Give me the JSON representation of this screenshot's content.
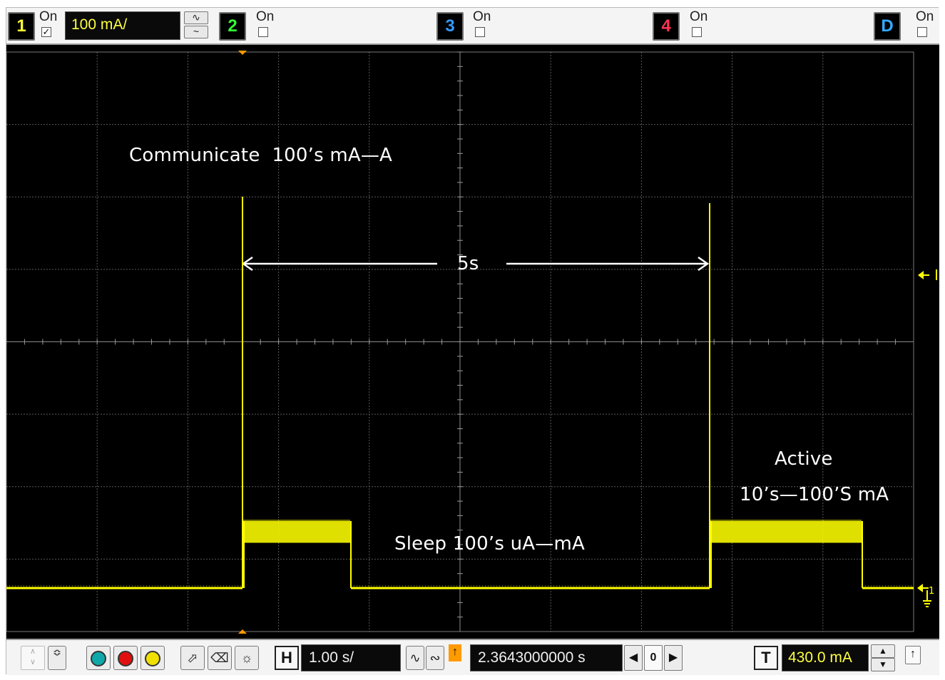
{
  "top_bar": {
    "channels": [
      {
        "number": "1",
        "on_label": "On",
        "checked": "✓",
        "color": "#ffff33"
      },
      {
        "number": "2",
        "on_label": "On",
        "checked": "",
        "color": "#33ff33"
      },
      {
        "number": "3",
        "on_label": "On",
        "checked": "",
        "color": "#3399ff"
      },
      {
        "number": "4",
        "on_label": "On",
        "checked": "",
        "color": "#ff3355"
      },
      {
        "number": "D",
        "on_label": "On",
        "checked": "",
        "color": "#33aaff"
      }
    ],
    "ch1_scale": "100 mA/",
    "coupling_icons": [
      "wave-ac-icon",
      "wave-dc-icon"
    ]
  },
  "display": {
    "trace_color": "#ffff00",
    "grid_color": "#5a5a5a",
    "annotations": {
      "communicate": "Communicate  100’s mA—A",
      "period": "5s",
      "sleep": "Sleep 100’s uA—mA",
      "active_title": "Active",
      "active_range": "10’s—100’S mA"
    },
    "markers": {
      "trigger_level_icon": "arrow-left-icon",
      "ground_marker_label": "1"
    }
  },
  "bottom_bar": {
    "timebase_label": "H",
    "timebase": "1.00 s/",
    "delay": "2.3643000000 s",
    "delay_ref": "0",
    "trigger_label": "T",
    "trigger_level": "430.0 mA",
    "run_buttons": [
      {
        "name": "run-button",
        "color": "#10a8a8"
      },
      {
        "name": "stop-button",
        "color": "#e01010"
      },
      {
        "name": "single-button",
        "color": "#f0e000"
      }
    ]
  }
}
